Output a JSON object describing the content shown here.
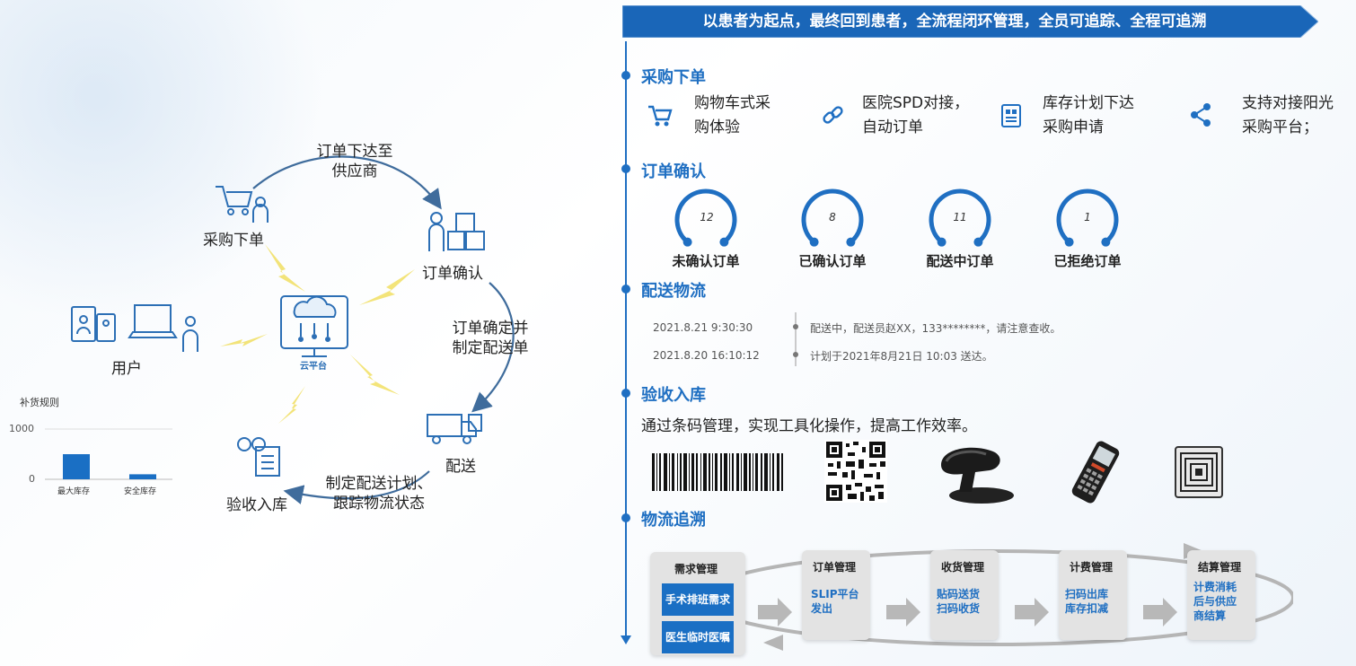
{
  "diagram": {
    "nodes": {
      "purchase": "采购下单",
      "confirm": "订单确认",
      "delivery": "配送",
      "receive": "验收入库",
      "user": "用户",
      "cloud": "云平台"
    },
    "edges": {
      "to_supplier": [
        "订单下达至",
        "供应商"
      ],
      "make_delivery": [
        "订单确定并",
        "制定配送单"
      ],
      "plan_track": [
        "制定配送计划、",
        "跟踪物流状态"
      ]
    }
  },
  "mini_chart": {
    "title": "补货规则",
    "y_ticks": [
      "1000",
      "0"
    ],
    "categories": [
      "最大库存",
      "安全库存"
    ]
  },
  "chart_data": {
    "type": "bar",
    "title": "补货规则",
    "categories": [
      "最大库存",
      "安全库存"
    ],
    "values": [
      500,
      100
    ],
    "ylim": [
      0,
      1000
    ],
    "color": "#1a6fc4"
  },
  "banner": "以患者为起点，最终回到患者，全流程闭环管理，全员可追踪、全程可追溯",
  "sections": {
    "purchase": "采购下单",
    "confirm": "订单确认",
    "delivery": "配送物流",
    "receive": "验收入库",
    "trace": "物流追溯"
  },
  "features": [
    [
      "购物车式采",
      "购体验"
    ],
    [
      "医院SPD对接，",
      "自动订单"
    ],
    [
      "库存计划下达",
      "采购申请"
    ],
    [
      "支持对接阳光",
      "采购平台；"
    ]
  ],
  "order_rings": [
    {
      "value": "12",
      "label": "未确认订单",
      "fraction": 0.78
    },
    {
      "value": "8",
      "label": "已确认订单",
      "fraction": 0.78
    },
    {
      "value": "11",
      "label": "配送中订单",
      "fraction": 0.78
    },
    {
      "value": "1",
      "label": "已拒绝订单",
      "fraction": 0.78
    }
  ],
  "logistics": [
    {
      "time": "2021.8.21 9:30:30",
      "text": "配送中，配送员赵XX，133********，请注意查收。"
    },
    {
      "time": "2021.8.20 16:10:12",
      "text": "计划于2021年8月21日 10:03 送达。"
    }
  ],
  "receive_desc": "通过条码管理，实现工具化操作，提高工作效率。",
  "trace_steps": [
    {
      "title": "需求管理",
      "items": [
        "手术排班需求",
        "医生临时医嘱"
      ]
    },
    {
      "title": "订单管理",
      "body": [
        "SLIP平台",
        "发出"
      ]
    },
    {
      "title": "收货管理",
      "body": [
        "贴码送货",
        "扫码收货"
      ]
    },
    {
      "title": "计费管理",
      "body": [
        "扫码出库",
        "库存扣减"
      ]
    },
    {
      "title": "结算管理",
      "body": [
        "计费消耗",
        "后与供应",
        "商结算"
      ]
    }
  ],
  "colors": {
    "brand": "#1f6fc2",
    "accent": "#1a6fc4",
    "bolt": "#f2e16b"
  }
}
